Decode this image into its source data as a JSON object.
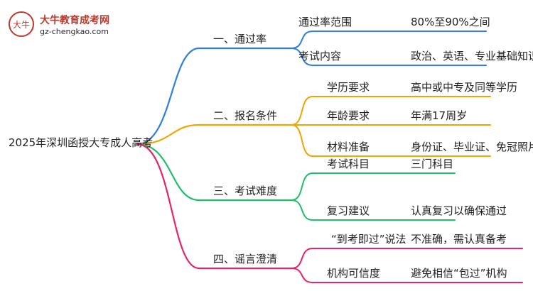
{
  "logo": {
    "title": "大牛教育成考网",
    "url": "gz-chengkao.com",
    "glyph": "大牛"
  },
  "root": {
    "label": "2025年深圳函授大专成人高考"
  },
  "branches": [
    {
      "label": "一、通过率",
      "color": "#2f7fe0",
      "items": [
        {
          "key": "通过率范围",
          "value": "80%至90%之间"
        },
        {
          "key": "考试内容",
          "value": "政治、英语、专业基础知识"
        }
      ]
    },
    {
      "label": "二、报名条件",
      "color": "#f0a500",
      "items": [
        {
          "key": "学历要求",
          "value": "高中或中专及同等学历"
        },
        {
          "key": "年龄要求",
          "value": "年满17周岁"
        },
        {
          "key": "材料准备",
          "value": "身份证、毕业证、免冠照片"
        }
      ]
    },
    {
      "label": "三、考试难度",
      "color": "#1fbf6a",
      "items": [
        {
          "key": "考试科目",
          "value": "三门科目"
        },
        {
          "key": "复习建议",
          "value": "认真复习以确保通过"
        }
      ]
    },
    {
      "label": "四、谣言澄清",
      "color": "#e5246a",
      "items": [
        {
          "key": "“到考即过”说法",
          "value": "不准确，需认真备考"
        },
        {
          "key": "机构可信度",
          "value": "避免相信“包过”机构"
        }
      ]
    }
  ]
}
